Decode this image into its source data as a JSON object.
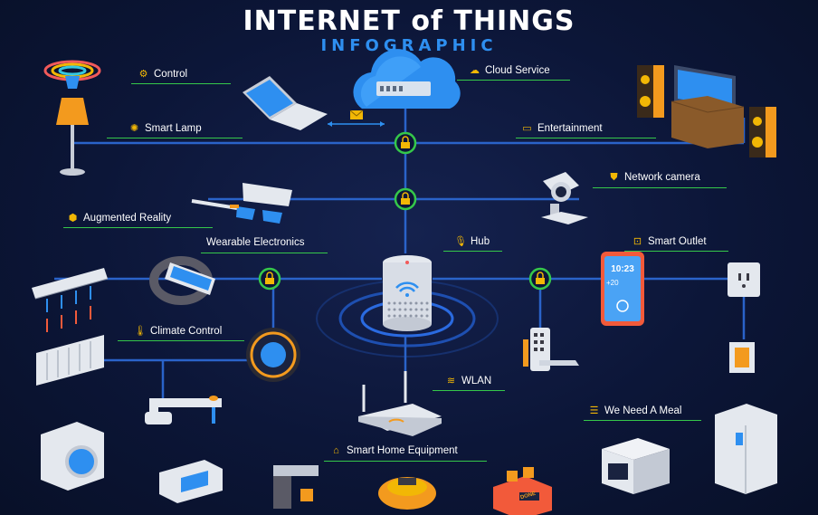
{
  "title": "INTERNET of THINGS",
  "subtitle": "INFOGRAPHIC",
  "labels": {
    "control": "Control",
    "cloud": "Cloud Service",
    "smart_lamp": "Smart Lamp",
    "entertainment": "Entertainment",
    "network_camera": "Network camera",
    "augmented_reality": "Augmented Reality",
    "wearable": "Wearable Electronics",
    "hub": "Hub",
    "smart_outlet": "Smart Outlet",
    "climate": "Climate Control",
    "wlan": "WLAN",
    "meal": "We Need A Meal",
    "smart_home": "Smart Home Equipment"
  },
  "phone": {
    "time": "10:23",
    "temp": "+20"
  },
  "toaster_text": "DONE",
  "colors": {
    "accent_green": "#35c84a",
    "line_blue": "#2a63c9",
    "title_blue": "#2e8ff0",
    "icon_yellow": "#f2b705"
  }
}
